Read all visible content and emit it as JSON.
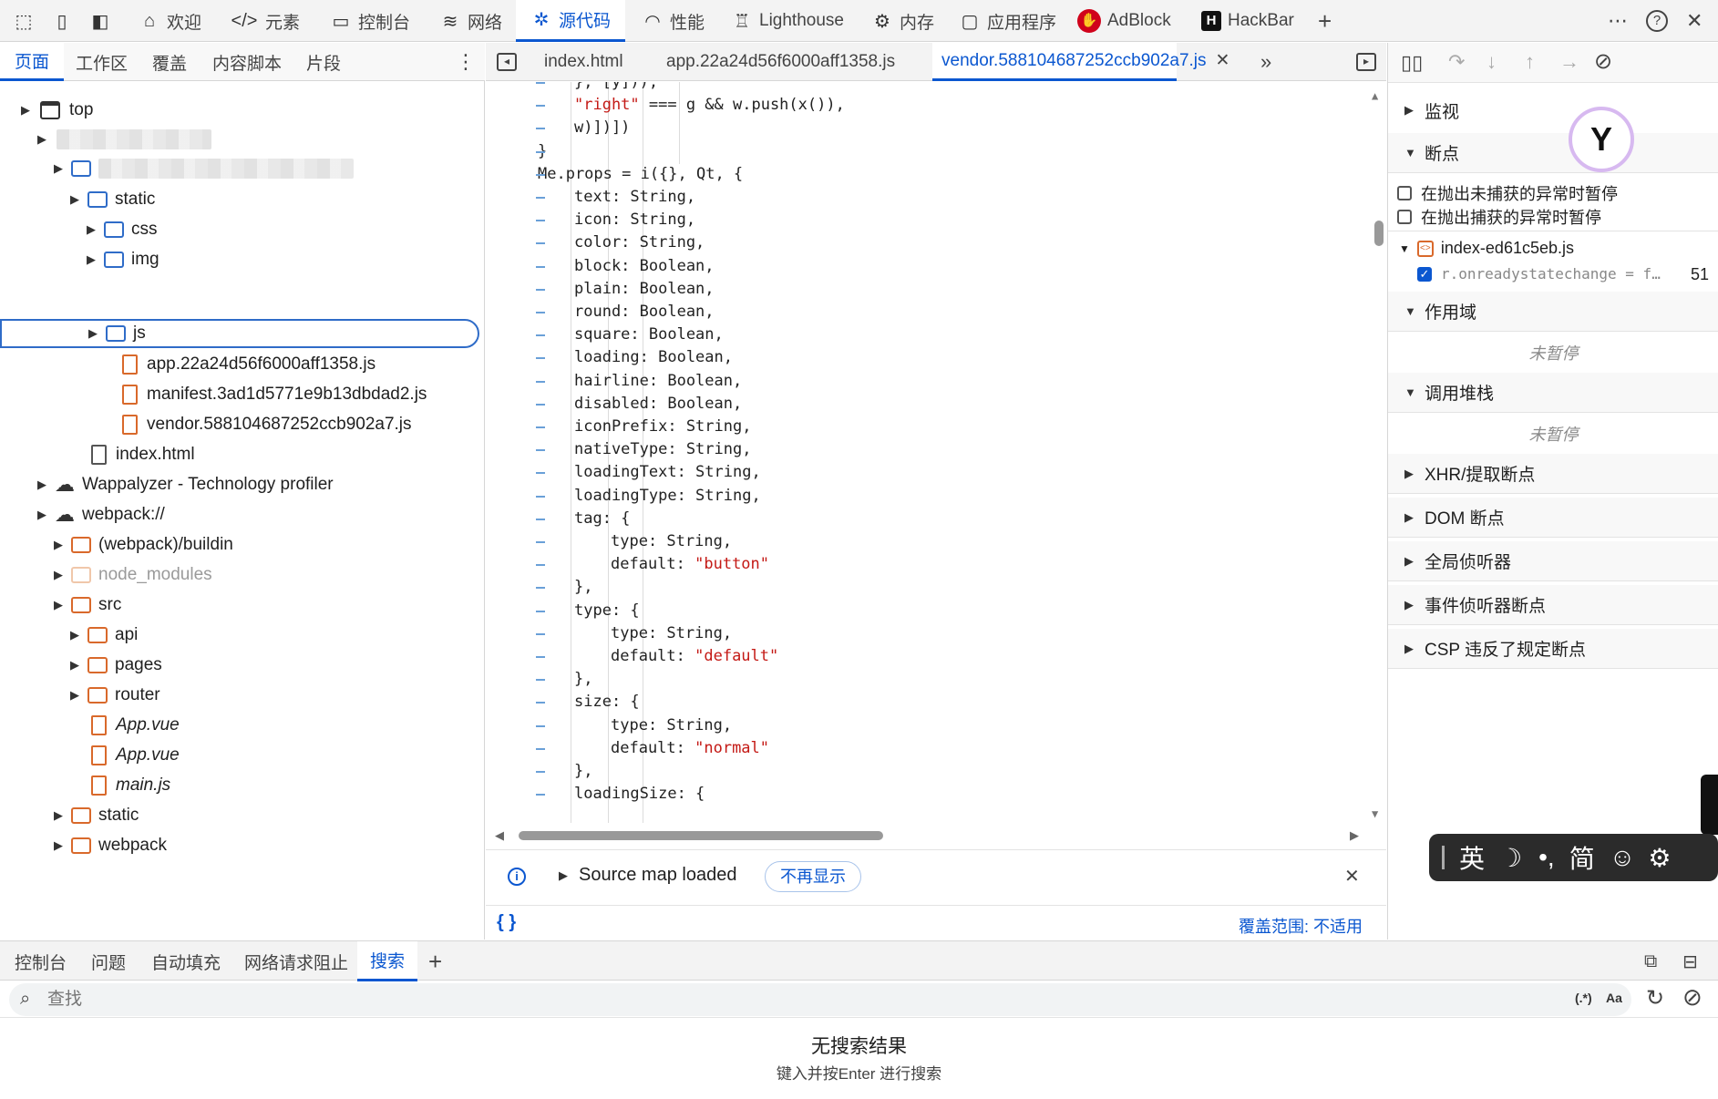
{
  "toolbar": {
    "items": [
      {
        "label": "",
        "icon": "inspect-icon"
      },
      {
        "label": "",
        "icon": "device-icon"
      },
      {
        "label": "",
        "icon": "dock-icon"
      },
      {
        "label": "欢迎",
        "icon": "home-icon"
      },
      {
        "label": "元素",
        "icon": "code-icon"
      },
      {
        "label": "控制台",
        "icon": "console-icon"
      },
      {
        "label": "网络",
        "icon": "wifi-icon"
      },
      {
        "label": "源代码",
        "icon": "bug-icon"
      },
      {
        "label": "性能",
        "icon": "gauge-icon"
      },
      {
        "label": "Lighthouse",
        "icon": "lighthouse-icon"
      },
      {
        "label": "内存",
        "icon": "memory-icon"
      },
      {
        "label": "应用程序",
        "icon": "app-icon"
      },
      {
        "label": "AdBlock",
        "icon": "adblock-icon"
      },
      {
        "label": "HackBar",
        "icon": "hackbar-icon"
      }
    ],
    "add": "+",
    "more": "⋯",
    "help": "?",
    "close": "✕"
  },
  "left": {
    "tabs": [
      "页面",
      "工作区",
      "覆盖",
      "内容脚本",
      "片段"
    ],
    "tree": {
      "top": "top",
      "static": "static",
      "css": "css",
      "img": "img",
      "js": "js",
      "app_js": "app.22a24d56f6000aff1358.js",
      "manifest_js": "manifest.3ad1d5771e9b13dbdad2.js",
      "vendor_js": "vendor.588104687252ccb902a7.js",
      "index_html": "index.html",
      "wappalyzer": "Wappalyzer - Technology profiler",
      "webpack": "webpack://",
      "buildin": "(webpack)/buildin",
      "node_modules": "node_modules",
      "src": "src",
      "api": "api",
      "pages": "pages",
      "router": "router",
      "app_vue_1": "App.vue",
      "app_vue_2": "App.vue",
      "main_js": "main.js",
      "static2": "static",
      "webpack2": "webpack"
    }
  },
  "editor": {
    "tabs": [
      "index.html",
      "app.22a24d56f6000aff1358.js",
      "vendor.588104687252ccb902a7.js"
    ],
    "lines": [
      {
        "indent": 1,
        "parts": [
          {
            "t": "}, [y])),"
          }
        ]
      },
      {
        "indent": 1,
        "parts": [
          {
            "t": "\"right\"",
            "s": 1
          },
          {
            "t": " === g && w.push(x()),"
          }
        ]
      },
      {
        "indent": 1,
        "parts": [
          {
            "t": "w)])])"
          }
        ]
      },
      {
        "indent": 0,
        "parts": [
          {
            "t": "}"
          }
        ]
      },
      {
        "indent": 0,
        "parts": [
          {
            "t": "Me.props = i({}, Qt, {"
          }
        ]
      },
      {
        "indent": 1,
        "parts": [
          {
            "t": "text: String,"
          }
        ]
      },
      {
        "indent": 1,
        "parts": [
          {
            "t": "icon: String,"
          }
        ]
      },
      {
        "indent": 1,
        "parts": [
          {
            "t": "color: String,"
          }
        ]
      },
      {
        "indent": 1,
        "parts": [
          {
            "t": "block: Boolean,"
          }
        ]
      },
      {
        "indent": 1,
        "parts": [
          {
            "t": "plain: Boolean,"
          }
        ]
      },
      {
        "indent": 1,
        "parts": [
          {
            "t": "round: Boolean,"
          }
        ]
      },
      {
        "indent": 1,
        "parts": [
          {
            "t": "square: Boolean,"
          }
        ]
      },
      {
        "indent": 1,
        "parts": [
          {
            "t": "loading: Boolean,"
          }
        ]
      },
      {
        "indent": 1,
        "parts": [
          {
            "t": "hairline: Boolean,"
          }
        ]
      },
      {
        "indent": 1,
        "parts": [
          {
            "t": "disabled: Boolean,"
          }
        ]
      },
      {
        "indent": 1,
        "parts": [
          {
            "t": "iconPrefix: String,"
          }
        ]
      },
      {
        "indent": 1,
        "parts": [
          {
            "t": "nativeType: String,"
          }
        ]
      },
      {
        "indent": 1,
        "parts": [
          {
            "t": "loadingText: String,"
          }
        ]
      },
      {
        "indent": 1,
        "parts": [
          {
            "t": "loadingType: String,"
          }
        ]
      },
      {
        "indent": 1,
        "parts": [
          {
            "t": "tag: {"
          }
        ]
      },
      {
        "indent": 2,
        "parts": [
          {
            "t": "type: String,"
          }
        ]
      },
      {
        "indent": 2,
        "parts": [
          {
            "t": "default: "
          },
          {
            "t": "\"button\"",
            "s": 1
          }
        ]
      },
      {
        "indent": 1,
        "parts": [
          {
            "t": "},"
          }
        ]
      },
      {
        "indent": 1,
        "parts": [
          {
            "t": "type: {"
          }
        ]
      },
      {
        "indent": 2,
        "parts": [
          {
            "t": "type: String,"
          }
        ]
      },
      {
        "indent": 2,
        "parts": [
          {
            "t": "default: "
          },
          {
            "t": "\"default\"",
            "s": 1
          }
        ]
      },
      {
        "indent": 1,
        "parts": [
          {
            "t": "},"
          }
        ]
      },
      {
        "indent": 1,
        "parts": [
          {
            "t": "size: {"
          }
        ]
      },
      {
        "indent": 2,
        "parts": [
          {
            "t": "type: String,"
          }
        ]
      },
      {
        "indent": 2,
        "parts": [
          {
            "t": "default: "
          },
          {
            "t": "\"normal\"",
            "s": 1
          }
        ]
      },
      {
        "indent": 1,
        "parts": [
          {
            "t": "},"
          }
        ]
      },
      {
        "indent": 1,
        "parts": [
          {
            "t": "loadingSize: {"
          }
        ]
      }
    ],
    "source_map_text": "Source map loaded",
    "dont_show": "不再显示",
    "braces": "{ }",
    "coverage": "覆盖范围: 不适用"
  },
  "right": {
    "watch": "监视",
    "breakpoints": "断点",
    "pause_uncaught": "在抛出未捕获的异常时暂停",
    "pause_caught": "在抛出捕获的异常时暂停",
    "bp_file": "index-ed61c5eb.js",
    "bp_code": "r.onreadystatechange = f…",
    "bp_line": "51",
    "scope": "作用域",
    "not_paused_1": "未暂停",
    "call_stack": "调用堆栈",
    "not_paused_2": "未暂停",
    "xhr": "XHR/提取断点",
    "dom": "DOM 断点",
    "global": "全局侦听器",
    "event": "事件侦听器断点",
    "csp": "CSP 违反了规定断点"
  },
  "drawer": {
    "tabs": [
      "控制台",
      "问题",
      "自动填充",
      "网络请求阻止",
      "搜索"
    ],
    "search_placeholder": "查找",
    "regex": "(.*)",
    "case": "Aa",
    "no_results": "无搜索结果",
    "hint": "键入并按Enter 进行搜索"
  },
  "ime": {
    "lang": "英",
    "mode": "简"
  },
  "colors": {
    "accent": "#0b57d0",
    "string": "#c41a16",
    "folder_blue": "#2f6cc8",
    "folder_orange": "#d9692b"
  }
}
